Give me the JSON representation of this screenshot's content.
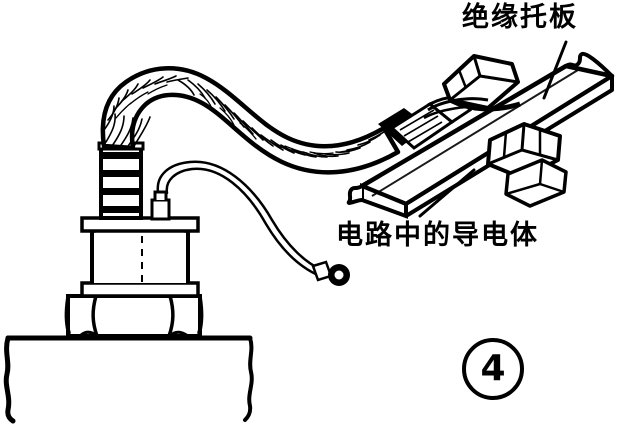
{
  "figure": {
    "caption_number": "4",
    "circled_number_glyph": "4"
  },
  "labels": {
    "insulating_board": "绝缘托板",
    "circuit_conductor": "电路中的导电体"
  },
  "colors": {
    "ink": "#000000",
    "paper": "#ffffff"
  },
  "parts": [
    {
      "name": "braided-ground-strap",
      "label": ""
    },
    {
      "name": "ribbed-insulator-sleeve",
      "label": ""
    },
    {
      "name": "hex-nut-base",
      "label": ""
    },
    {
      "name": "ring-terminal-wire",
      "label": ""
    },
    {
      "name": "cable-lug",
      "label": ""
    },
    {
      "name": "bolt-head-top",
      "label": ""
    },
    {
      "name": "hex-nut-underside",
      "label": ""
    },
    {
      "name": "mounting-surface",
      "label": ""
    }
  ]
}
